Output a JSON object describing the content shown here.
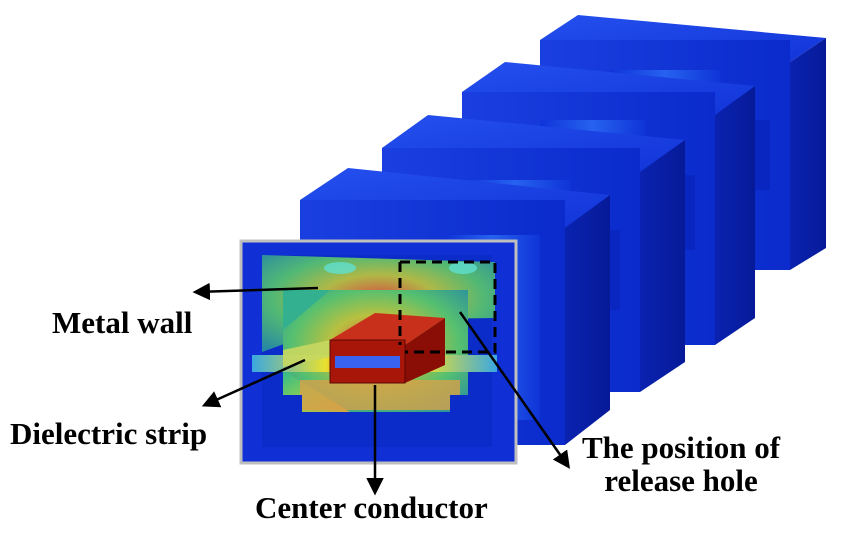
{
  "labels": {
    "metal_wall": "Metal wall",
    "dielectric_strip": "Dielectric strip",
    "center_conductor": "Center conductor",
    "release_hole_line1": "The position of",
    "release_hole_line2": "release hole"
  },
  "colors": {
    "field_low": "#0a2bd0",
    "field_mid": "#39d07a",
    "field_high": "#e8e030",
    "field_max": "#b01208",
    "frame_outline": "#bfbfbf",
    "arrow": "#000000"
  }
}
